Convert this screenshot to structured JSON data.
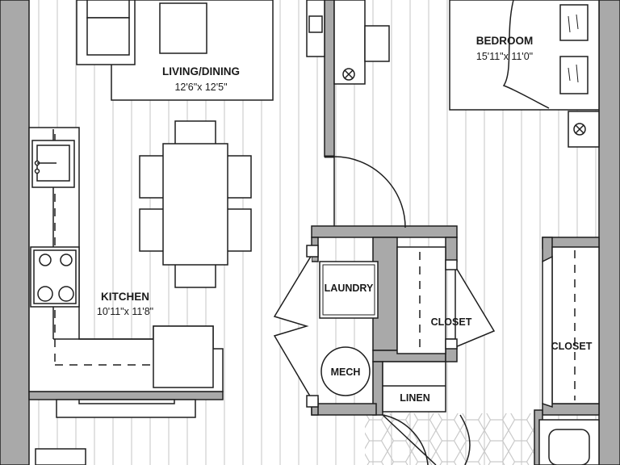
{
  "rooms": {
    "living": {
      "name": "LIVING/DINING",
      "size": "12'6\"x 12'5\""
    },
    "bedroom": {
      "name": "BEDROOM",
      "size": "15'11\"x 11'0\""
    },
    "kitchen": {
      "name": "KITCHEN",
      "size": "10'11\"x 11'8\""
    },
    "laundry": {
      "name": "LAUNDRY"
    },
    "mech": {
      "name": "MECH"
    },
    "closet_center": {
      "name": "CLOSET"
    },
    "closet_right": {
      "name": "CLOSET"
    },
    "linen": {
      "name": "LINEN"
    }
  },
  "colors": {
    "wall": "#a9a9a9",
    "line": "#1e1e1e",
    "floor_stripe": "#cfcfcf",
    "tile": "#c9c9c9",
    "background": "#ffffff"
  }
}
